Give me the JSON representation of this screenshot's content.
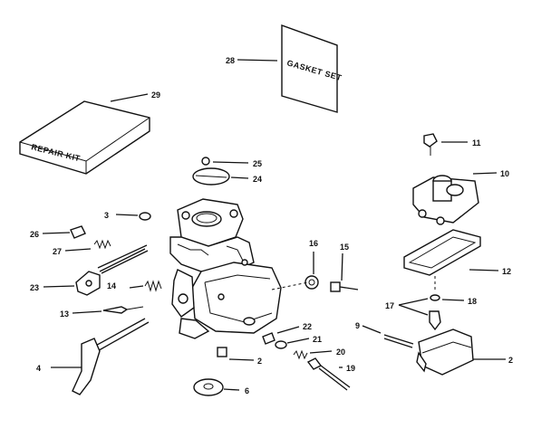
{
  "colors": {
    "ink": "#111111",
    "paper": "#ffffff"
  },
  "boxes": {
    "repair_kit": "REPAIR KIT",
    "gasket_set": "GASKET SET"
  },
  "callouts": {
    "n2a": "2",
    "n2b": "2",
    "n3": "3",
    "n4": "4",
    "n6": "6",
    "n9": "9",
    "n10": "10",
    "n11": "11",
    "n12": "12",
    "n13": "13",
    "n14": "14",
    "n15": "15",
    "n16": "16",
    "n17": "17",
    "n18": "18",
    "n19": "19",
    "n20": "20",
    "n21": "21",
    "n22": "22",
    "n23": "23",
    "n24": "24",
    "n25": "25",
    "n26": "26",
    "n27": "27",
    "n28": "28",
    "n29": "29"
  }
}
